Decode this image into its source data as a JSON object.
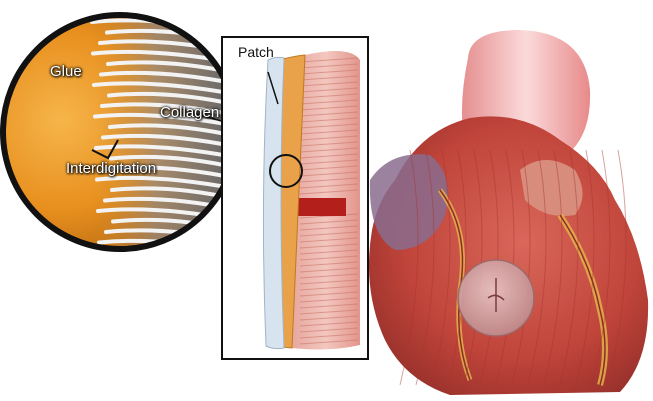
{
  "labels": {
    "glue": "Glue",
    "collagen": "Collagen",
    "interdigitation": "Interdigitation",
    "patch": "Patch"
  },
  "colors": {
    "glue_orange": "#e8901f",
    "collagen_white": "#f2f2f2",
    "heart_red": "#c8483c",
    "aorta_pink": "#f2b6b6",
    "patch_blue": "#cfe0ee",
    "outline": "#111111"
  }
}
